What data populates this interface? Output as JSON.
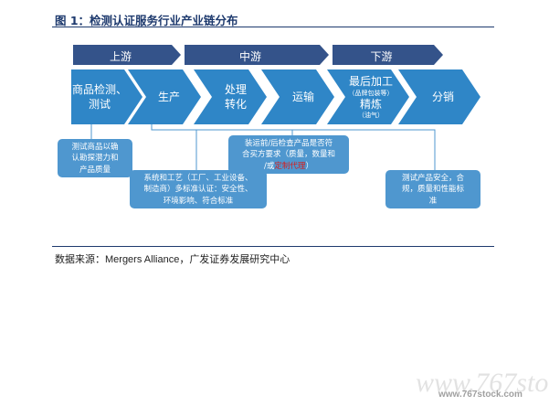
{
  "title": "图  1：检测认证服务行业产业链分布",
  "phases": [
    "上游",
    "中游",
    "下游"
  ],
  "stages": [
    {
      "lines": [
        "商品检测、",
        "测试"
      ]
    },
    {
      "lines": [
        "生产"
      ]
    },
    {
      "lines": [
        "处理",
        "转化"
      ]
    },
    {
      "lines": [
        "运输"
      ]
    },
    {
      "lines": [
        "最后加工",
        "（品牌包装等）",
        "精炼",
        "（油气）"
      ]
    },
    {
      "lines": [
        "分销"
      ]
    }
  ],
  "notes": [
    {
      "lines": [
        "测试商品以确",
        "认勘探潜力和",
        "产品质量"
      ]
    },
    {
      "lines": [
        "系统和工艺（工厂、工业设备、",
        "制造商）多标准认证：安全性、",
        "环境影响、符合标准"
      ]
    },
    {
      "lines": [
        "装运前/后检查产品是否符",
        "合买方要求（质量，数量和",
        "/或"
      ],
      "highlight": "定制代理",
      "tail": "）"
    },
    {
      "lines": [
        "测试产品安全，合",
        "规，质量和性能标",
        "准"
      ]
    }
  ],
  "source": "数据来源：Mergers Alliance，广发证券发展研究中心",
  "watermark": "www.767stock.com",
  "colors": {
    "dark": "#34538a",
    "stage": "#2f86c7",
    "note": "#4f97cf",
    "line": "#4f97cf"
  }
}
